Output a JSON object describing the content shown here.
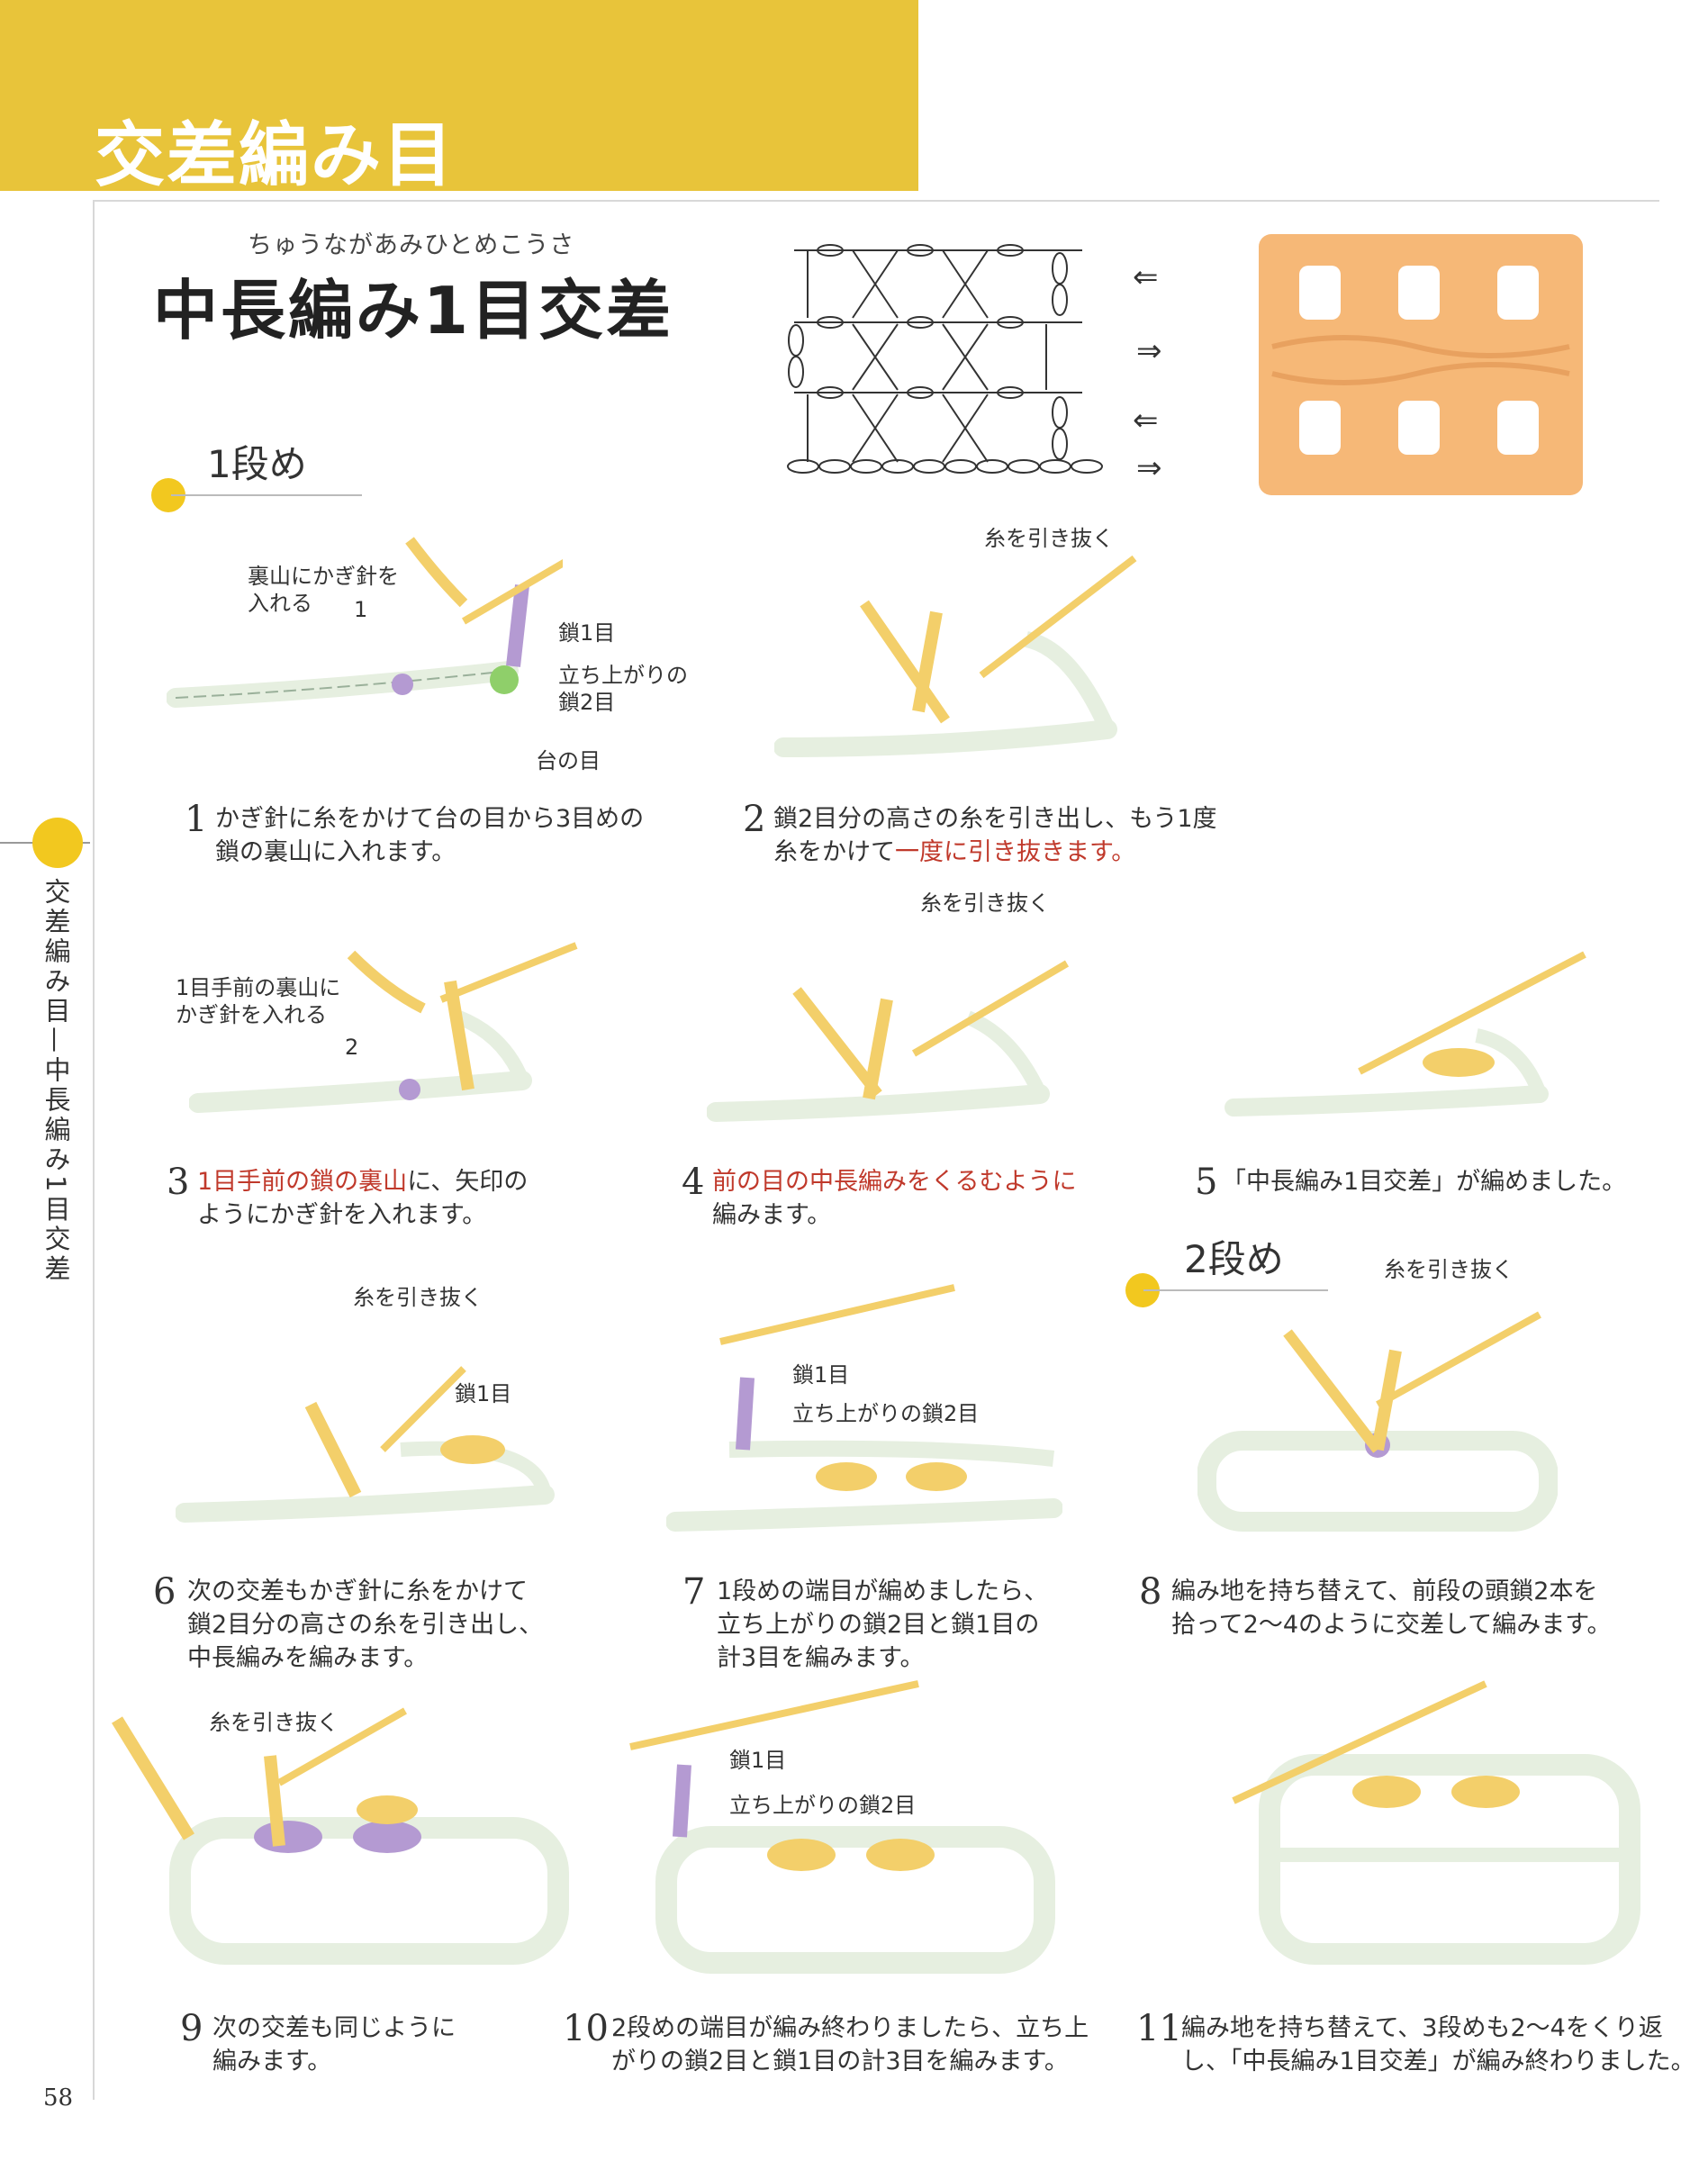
{
  "header": {
    "title": "交差編み目"
  },
  "title": {
    "ruby": "ちゅうながあみひとめこうさ",
    "main": "中長編み1目交差"
  },
  "chart_arrows": [
    "⇐",
    "⇒",
    "⇐",
    "⇒"
  ],
  "sidebar": {
    "vertical_text": "交差編み目—中長編み1目交差"
  },
  "rows": {
    "row1": "1段め",
    "row2": "2段め"
  },
  "labels": {
    "s1_hook": "裏山にかぎ針を\n入れる",
    "s1_num": "1",
    "s1_chain1": "鎖1目",
    "s1_chain2": "立ち上がりの\n鎖2目",
    "s1_base": "台の目",
    "s2_pull": "糸を引き抜く",
    "s3_hook": "1目手前の裏山に\nかぎ針を入れる",
    "s3_num": "2",
    "s4_pull": "糸を引き抜く",
    "s6_pull": "糸を引き抜く",
    "s6_chain1": "鎖1目",
    "s7_chain1": "鎖1目",
    "s7_chain2": "立ち上がりの鎖2目",
    "s8_pull": "糸を引き抜く",
    "s9_pull": "糸を引き抜く",
    "s10_chain1": "鎖1目",
    "s10_chain2": "立ち上がりの鎖2目"
  },
  "steps": [
    {
      "num": "1",
      "text": "かぎ針に糸をかけて台の目から3目めの",
      "text2": "鎖の裏山に入れます。"
    },
    {
      "num": "2",
      "text": "鎖2目分の高さの糸を引き出し、もう1度",
      "text2a": "糸をかけて",
      "text2b": "一度に引き抜きます。"
    },
    {
      "num": "3",
      "text1a": "1目手前の鎖の裏山",
      "text1b": "に、矢印の",
      "text2": "ようにかぎ針を入れます。"
    },
    {
      "num": "4",
      "text1a": "前の目の中長編みをくるむように",
      "text2": "編みます。"
    },
    {
      "num": "5",
      "text": "「中長編み1目交差」が編めました。"
    },
    {
      "num": "6",
      "text": "次の交差もかぎ針に糸をかけて",
      "text2": "鎖2目分の高さの糸を引き出し、",
      "text3": "中長編みを編みます。"
    },
    {
      "num": "7",
      "text": "1段めの端目が編めましたら、",
      "text2": "立ち上がりの鎖2目と鎖1目の",
      "text3": "計3目を編みます。"
    },
    {
      "num": "8",
      "text": "編み地を持ち替えて、前段の頭鎖2本を",
      "text2": "拾って2～4のように交差して編みます。"
    },
    {
      "num": "9",
      "text": "次の交差も同じように",
      "text2": "編みます。"
    },
    {
      "num": "10",
      "text": "2段めの端目が編み終わりましたら、立ち上",
      "text2": "がりの鎖2目と鎖1目の計3目を編みます。"
    },
    {
      "num": "11",
      "text": "編み地を持ち替えて、3段めも2～4をくり返",
      "text2": "し、「中長編み1目交差」が編み終わりました。"
    }
  ],
  "page_number": "58",
  "colors": {
    "accent": "#e8c43a",
    "dot": "#f2c81f",
    "yarn_yellow": "#f3cf6a",
    "yarn_pale": "#e6efe0",
    "purple": "#b49ad2",
    "green": "#8fcf6a",
    "highlight": "#c0392b",
    "swatch": "#f6b877"
  }
}
